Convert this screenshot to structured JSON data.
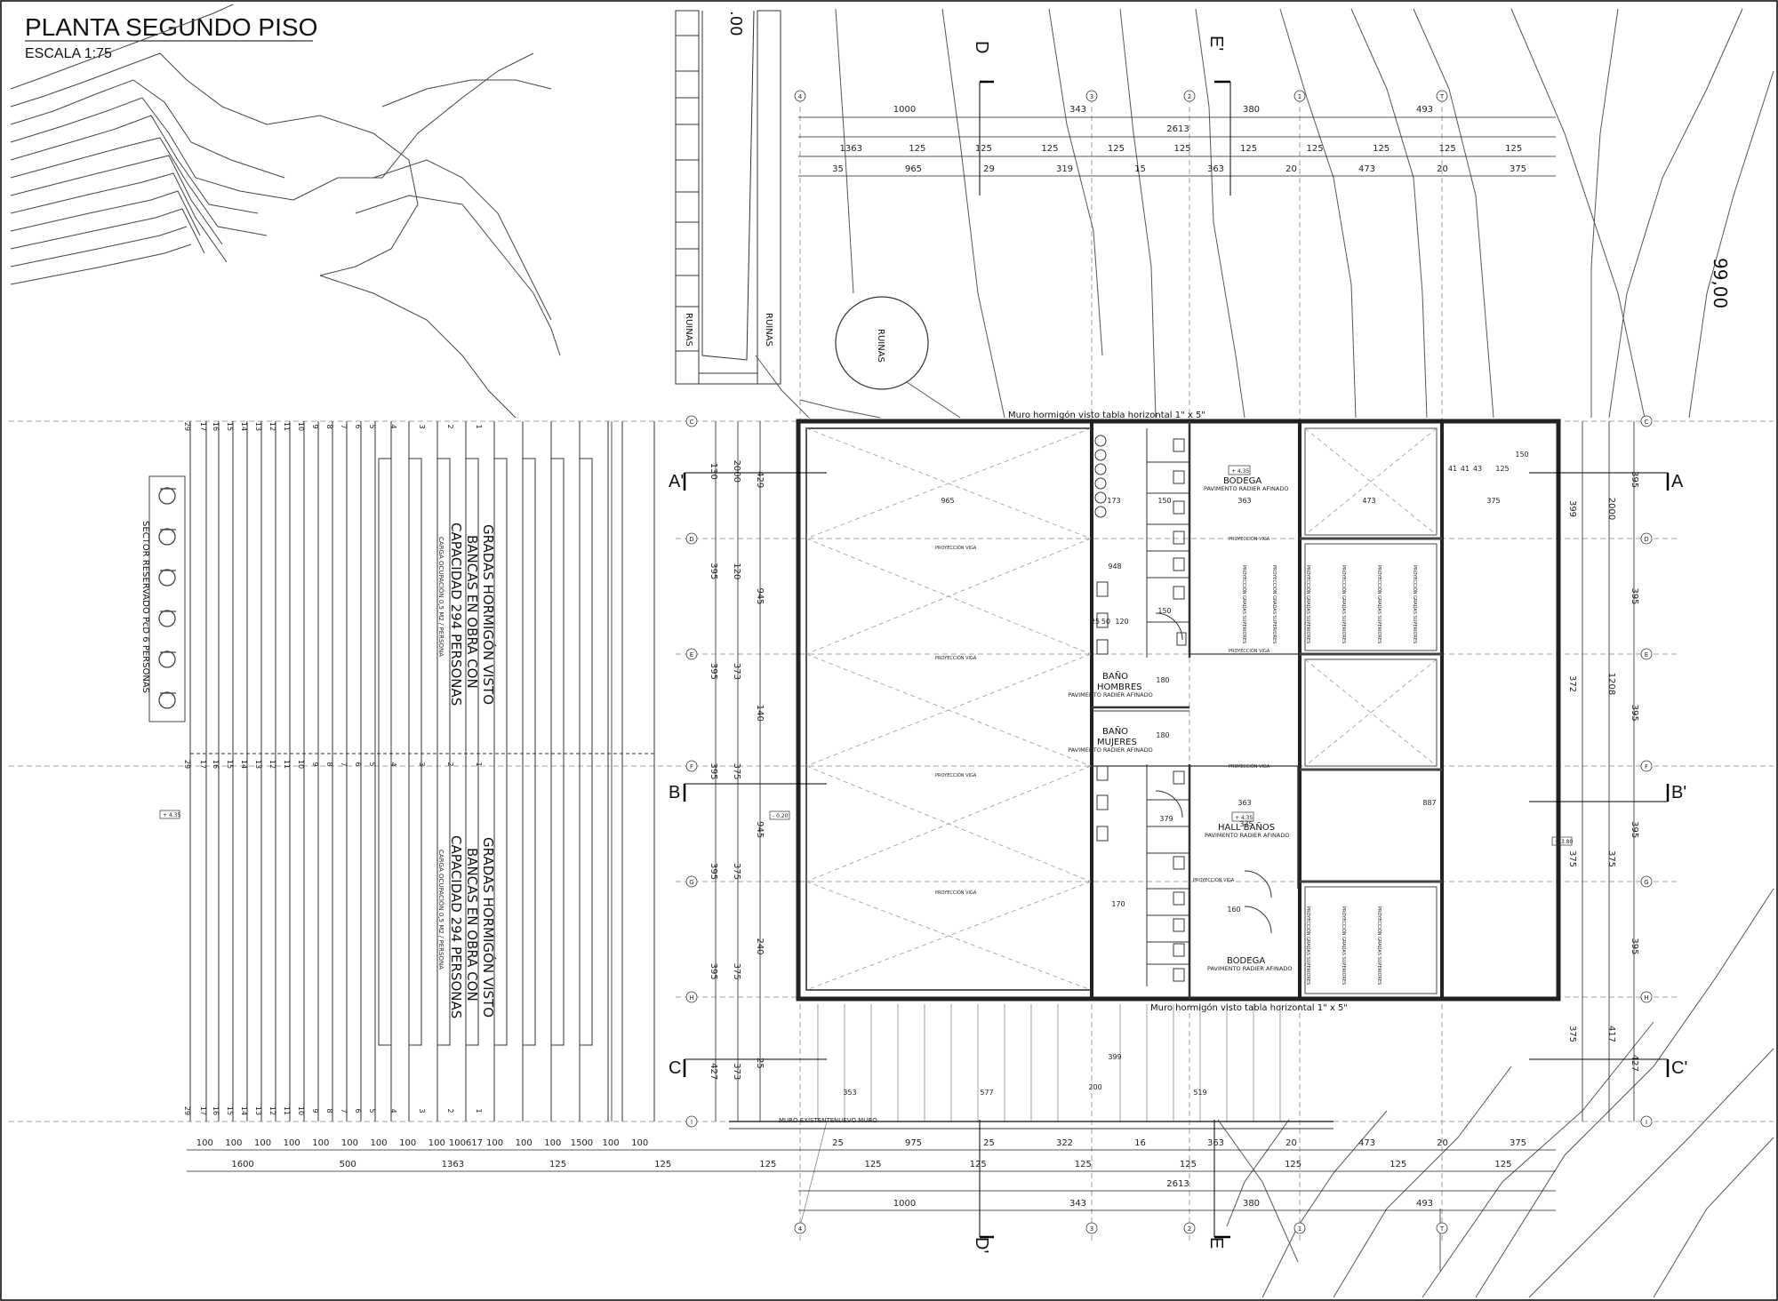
{
  "title": "PLANTA SEGUNDO PISO",
  "scale": "ESCALA 1:75",
  "contour_label": "99,00",
  "contour_label_top": ".00",
  "ruins": [
    "RUINAS",
    "RUINAS",
    "RUINAS"
  ],
  "walls": {
    "top": "Muro hormigón visto tabla horizontal 1\" x 5\"",
    "bottom": "Muro hormigón visto tabla horizontal 1\" x 5\""
  },
  "rooms": [
    {
      "id": "bodega-top",
      "name": "BODEGA",
      "sub": "PAVIMENTO RADIER AFINADO",
      "level": "+ 4.35"
    },
    {
      "id": "bano-hombres",
      "name": "BAÑO",
      "name2": "HOMBRES",
      "sub": "PAVIMENTO RADIER AFINADO"
    },
    {
      "id": "bano-mujeres",
      "name": "BAÑO",
      "name2": "MUJERES",
      "sub": "PAVIMENTO RADIER AFINADO"
    },
    {
      "id": "hall-banos",
      "name": "HALL BAÑOS",
      "sub": "PAVIMENTO RADIER AFINADO",
      "level": "+ 4.35"
    },
    {
      "id": "bodega-bottom",
      "name": "BODEGA",
      "sub": "PAVIMENTO RADIER AFINADO"
    }
  ],
  "stands": [
    {
      "l1": "GRADAS HORMIGÓN VISTO",
      "l2": "BANCAS EN OBRA CON",
      "l3": "CAPACIDAD 294 PERSONAS",
      "l4": "CARGA OCUPACIÓN 0,5 M2 / PERSONA"
    },
    {
      "l1": "GRADAS HORMIGÓN VISTO",
      "l2": "BANCAS EN OBRA CON",
      "l3": "CAPACIDAD 294 PERSONAS",
      "l4": "CARGA OCUPACIÓN 0,5 M2 / PERSONA"
    }
  ],
  "reserved_sector": "SECTOR RESERVADO PcD 6 PERSONAS",
  "projection": "PROYECCIÓN VIGA",
  "projection_roof": "PROYECCIÓN GRADAS SUPERIORES",
  "levels": {
    "left": "+ 4.35",
    "mid": "- 0.20",
    "right": "+ 3.80"
  },
  "wall_existing": "MURO EXISTENTE",
  "wall_new": "NUEVO MURO",
  "section_marks": {
    "A": "A",
    "A_prime": "A'",
    "B": "B",
    "B_prime": "B'",
    "C": "C",
    "C_prime": "C'",
    "D": "D",
    "D_prime": "D'",
    "E": "E",
    "E_prime": "E'"
  },
  "axes_rows": [
    "C",
    "D",
    "E",
    "F",
    "G",
    "H",
    "I"
  ],
  "axes_cols": [
    "4",
    "3",
    "2",
    "1",
    "T"
  ],
  "dims_top": {
    "row1": [
      "1000",
      "343",
      "380",
      "493"
    ],
    "row2": [
      "2613"
    ],
    "row3": [
      "1363",
      "125",
      "125",
      "125",
      "125",
      "125",
      "125",
      "125",
      "125",
      "125",
      "125"
    ],
    "row4": [
      "35",
      "965",
      "29",
      "319",
      "15",
      "363",
      "20",
      "473",
      "20",
      "375"
    ]
  },
  "dims_bottom": {
    "row1": [
      "100",
      "100",
      "100",
      "100",
      "100",
      "100",
      "100",
      "100",
      "100",
      "100617",
      "100",
      "100",
      "100",
      "1500",
      "100",
      "100"
    ],
    "row1b": [
      "25",
      "975",
      "25",
      "322",
      "16",
      "363",
      "20",
      "473",
      "20",
      "375"
    ],
    "row2": [
      "1600",
      "500",
      "1363",
      "125",
      "125",
      "125",
      "125",
      "125",
      "125",
      "125",
      "125",
      "125",
      "125"
    ],
    "row3": [
      "2613"
    ],
    "row4": [
      "1000",
      "343",
      "380",
      "493"
    ]
  },
  "dims_left": [
    "130",
    "395",
    "395",
    "395",
    "395",
    "395",
    "427",
    "2000",
    "120",
    "373",
    "375",
    "375",
    "375",
    "373",
    "429",
    "945",
    "140",
    "945",
    "240",
    "25"
  ],
  "dims_right": [
    "395",
    "395",
    "395",
    "395",
    "395",
    "427",
    "2000",
    "1208",
    "375",
    "417",
    "399",
    "372",
    "375",
    "375"
  ],
  "dims_inner": [
    "965",
    "173",
    "150",
    "363",
    "473",
    "375",
    "120",
    "150",
    "50",
    "25",
    "948",
    "887",
    "170",
    "160",
    "363",
    "41",
    "41",
    "43",
    "125",
    "150",
    "180",
    "180",
    "379",
    "375",
    "353",
    "577",
    "200",
    "519",
    "399"
  ],
  "row_numbers": [
    "29",
    "17",
    "16",
    "15",
    "14",
    "13",
    "12",
    "11",
    "10",
    "9",
    "8",
    "7",
    "6",
    "5",
    "4",
    "3",
    "2",
    "1"
  ]
}
